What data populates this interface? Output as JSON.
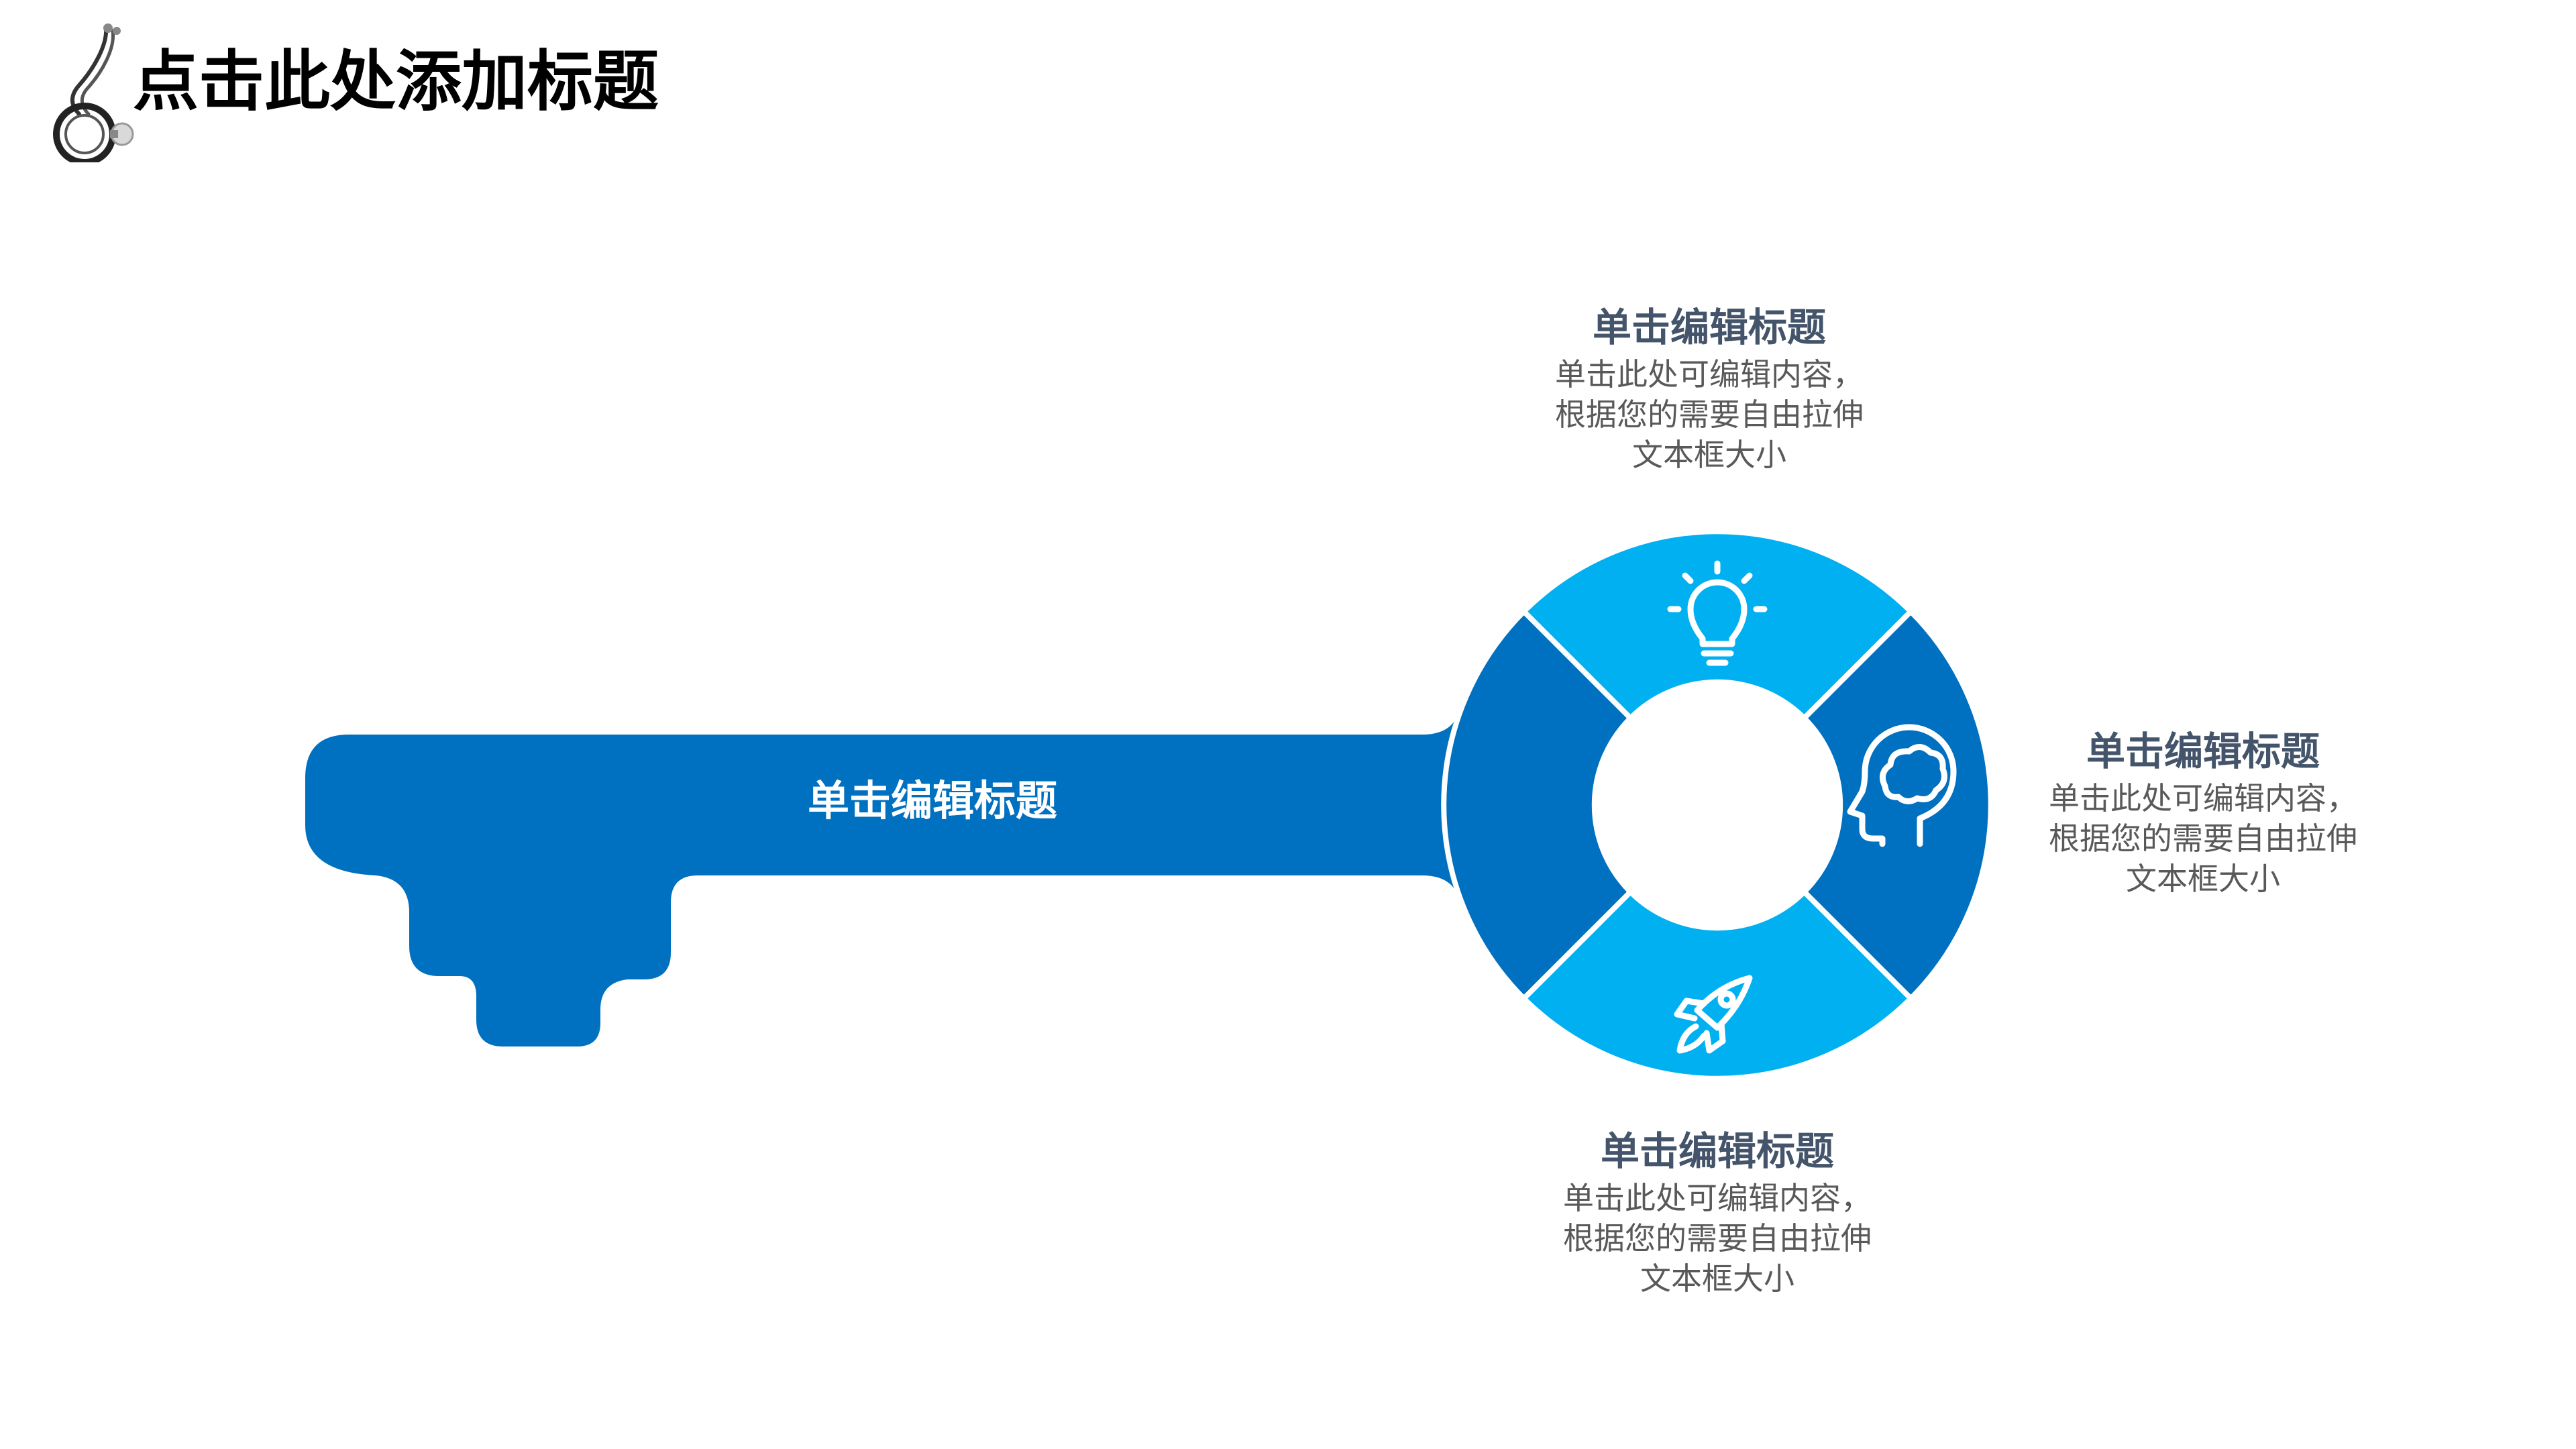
{
  "slide": {
    "title": "点击此处添加标题"
  },
  "colors": {
    "dark_blue": "#0070c0",
    "light_blue": "#00b0f0",
    "text_gray": "#44546a",
    "white": "#ffffff"
  },
  "key": {
    "label": "单击编辑标题"
  },
  "ring_icons": [
    "lightbulb-icon",
    "head-brain-icon",
    "rocket-icon"
  ],
  "blocks": [
    {
      "id": "top",
      "heading": "单击编辑标题",
      "lines": [
        "单击此处可编辑内容，",
        "根据您的需要自由拉伸",
        "文本框大小"
      ]
    },
    {
      "id": "right",
      "heading": "单击编辑标题",
      "lines": [
        "单击此处可编辑内容，",
        "根据您的需要自由拉伸",
        "文本框大小"
      ]
    },
    {
      "id": "bottom",
      "heading": "单击编辑标题",
      "lines": [
        "单击此处可编辑内容，",
        "根据您的需要自由拉伸",
        "文本框大小"
      ]
    }
  ]
}
